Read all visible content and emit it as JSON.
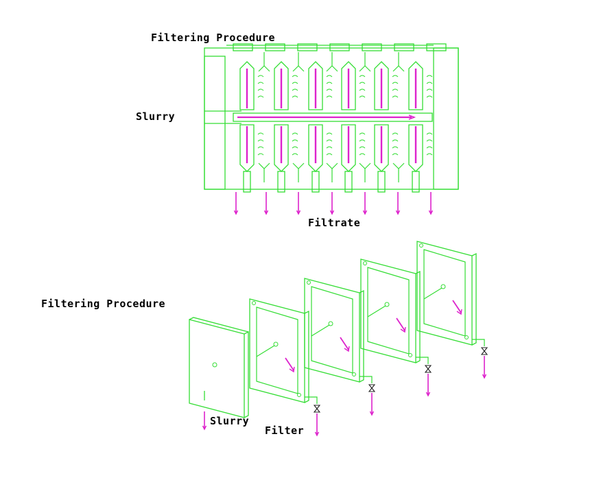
{
  "top_diagram": {
    "title": "Filtering Procedure",
    "slurry_label": "Slurry",
    "filtrate_label": "Filtrate"
  },
  "bottom_diagram": {
    "title": "Filtering Procedure",
    "slurry_label": "Slurry",
    "filter_label": "Filter"
  },
  "colors": {
    "outline": "#33dd33",
    "flow": "#dd22cc",
    "background": "#ffffff",
    "text": "#000000"
  }
}
